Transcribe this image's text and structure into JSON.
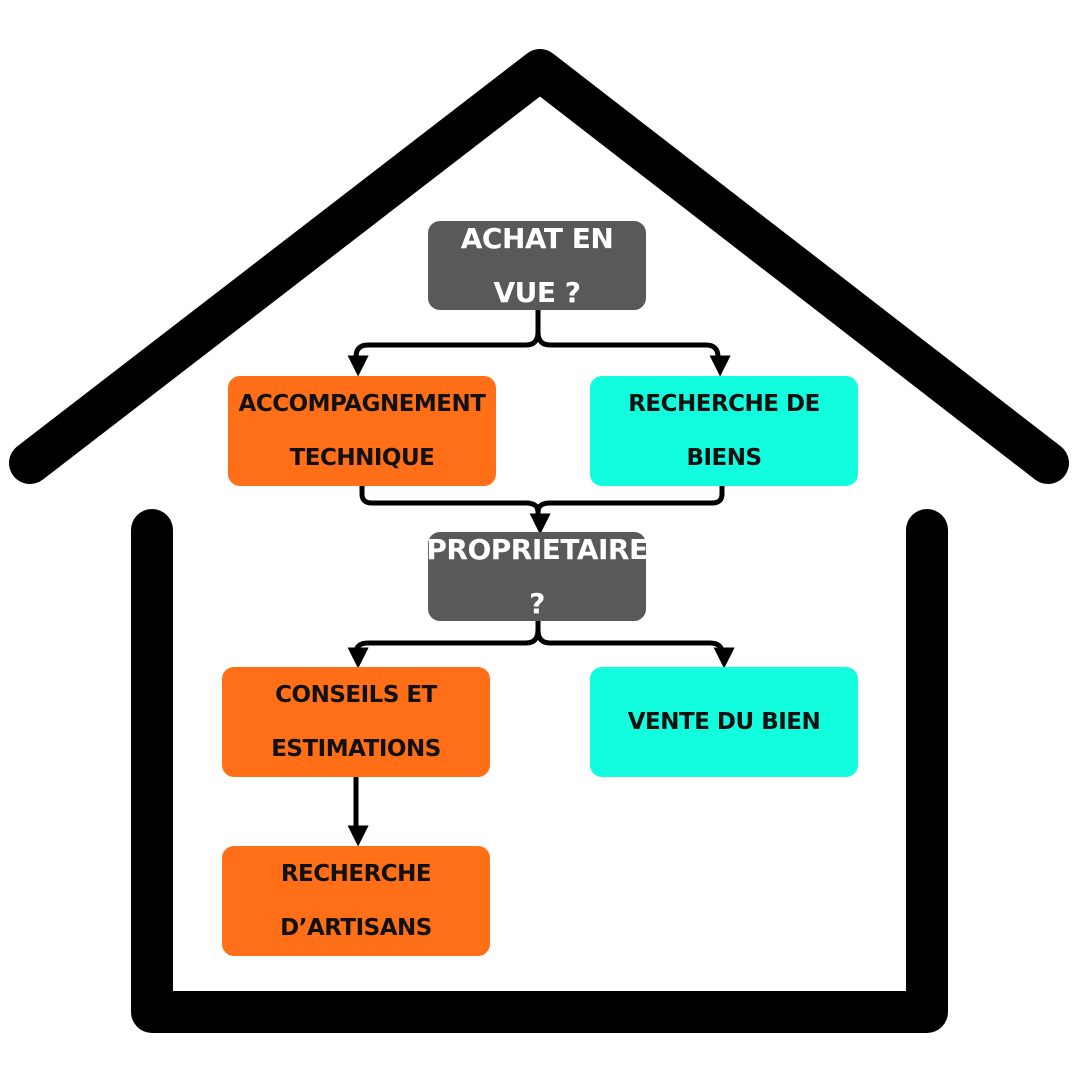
{
  "diagram": {
    "colors": {
      "question": "#595959",
      "orange": "#ff6f18",
      "cyan": "#12fcde",
      "house": "#000000",
      "connector": "#000000"
    },
    "nodes": {
      "q_achat": "ACHAT EN VUE ?",
      "accompagnement": "Accompagnement\ntechnique",
      "recherche_biens": "recherche de\nbiens",
      "q_proprietaire": "PROPRIETAIRE ?",
      "conseils": "conseils et\nestimations",
      "vente": "vente du bien",
      "artisans": "recherche\nd’artisans"
    },
    "edges": [
      [
        "q_achat",
        "accompagnement"
      ],
      [
        "q_achat",
        "recherche_biens"
      ],
      [
        "accompagnement",
        "q_proprietaire"
      ],
      [
        "recherche_biens",
        "q_proprietaire"
      ],
      [
        "q_proprietaire",
        "conseils"
      ],
      [
        "q_proprietaire",
        "vente"
      ],
      [
        "conseils",
        "artisans"
      ]
    ]
  }
}
